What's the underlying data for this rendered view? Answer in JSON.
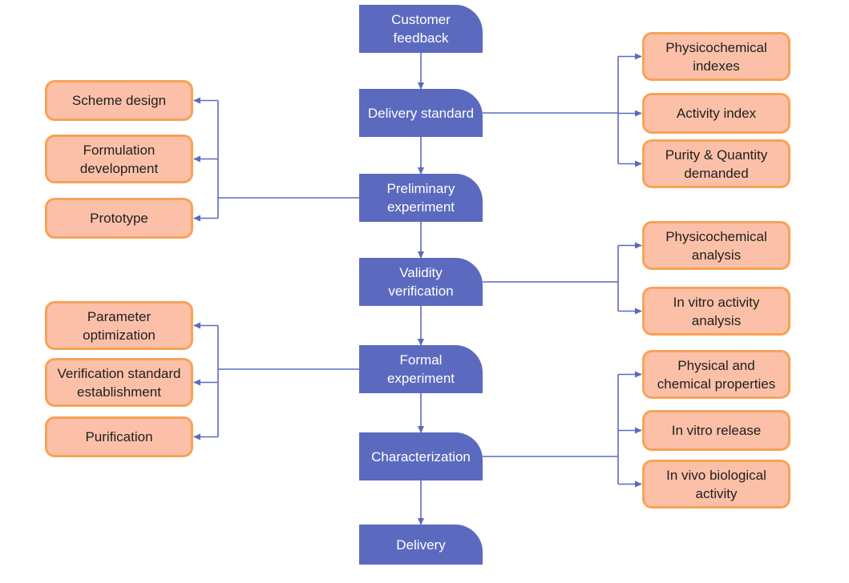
{
  "colors": {
    "main_fill": "#5b6abf",
    "main_text": "#ffffff",
    "sub_fill": "#fcc0a8",
    "sub_border": "#f7a356",
    "connector": "#5b6abf"
  },
  "main_steps": [
    {
      "id": "customer-feedback",
      "label": "Customer\nfeedback"
    },
    {
      "id": "delivery-standard",
      "label": "Delivery standard"
    },
    {
      "id": "preliminary-experiment",
      "label": "Preliminary\nexperiment"
    },
    {
      "id": "validity-verification",
      "label": "Validity\nverification"
    },
    {
      "id": "formal-experiment",
      "label": "Formal\nexperiment"
    },
    {
      "id": "characterization",
      "label": "Characterization"
    },
    {
      "id": "delivery",
      "label": "Delivery"
    }
  ],
  "left_groups": [
    {
      "parent": "preliminary-experiment",
      "items": [
        {
          "id": "scheme-design",
          "label": "Scheme design"
        },
        {
          "id": "formulation-development",
          "label": "Formulation\ndevelopment"
        },
        {
          "id": "prototype",
          "label": "Prototype"
        }
      ]
    },
    {
      "parent": "formal-experiment",
      "items": [
        {
          "id": "parameter-optimization",
          "label": "Parameter\noptimization"
        },
        {
          "id": "verification-standard-establishment",
          "label": "Verification standard\nestablishment"
        },
        {
          "id": "purification",
          "label": "Purification"
        }
      ]
    }
  ],
  "right_groups": [
    {
      "parent": "delivery-standard",
      "items": [
        {
          "id": "physicochemical-indexes",
          "label": "Physicochemical\nindexes"
        },
        {
          "id": "activity-index",
          "label": "Activity index"
        },
        {
          "id": "purity-quantity-demanded",
          "label": "Purity & Quantity\ndemanded"
        }
      ]
    },
    {
      "parent": "validity-verification",
      "items": [
        {
          "id": "physicochemical-analysis",
          "label": "Physicochemical\nanalysis"
        },
        {
          "id": "in-vitro-activity-analysis",
          "label": "In vitro activity\nanalysis"
        }
      ]
    },
    {
      "parent": "characterization",
      "items": [
        {
          "id": "physical-chemical-properties",
          "label": "Physical and\nchemical properties"
        },
        {
          "id": "in-vitro-release",
          "label": "In vitro release"
        },
        {
          "id": "in-vivo-biological-activity",
          "label": "In vivo biological\nactivity"
        }
      ]
    }
  ]
}
